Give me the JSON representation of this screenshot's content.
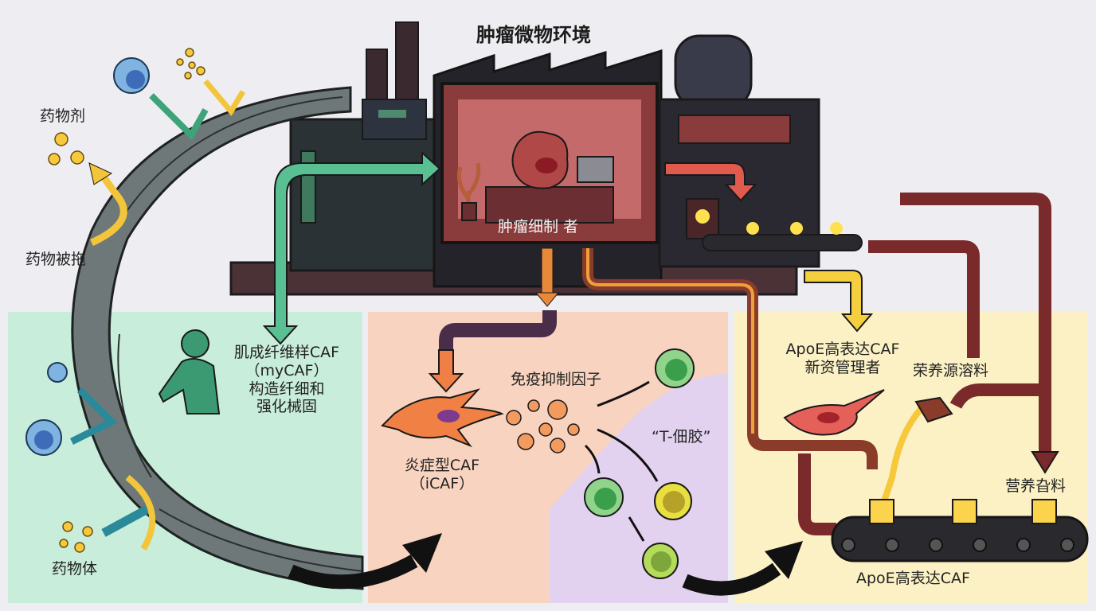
{
  "title": "肿瘤微物环境",
  "factory": {
    "office_label": "肿瘤细制 者"
  },
  "top_left": {
    "drug_agent_label": "药物剂",
    "drug_dragged_label": "药物被拖"
  },
  "panel_mycaf": {
    "lines": [
      "肌成纤维样CAF",
      "（myCAF）",
      "构造纤细和",
      "强化械固"
    ],
    "drug_body_label": "药物体",
    "color": "#c6ecd9"
  },
  "panel_icaf": {
    "icaf_lines": [
      "炎症型CAF",
      "（iCAF）"
    ],
    "immunosuppressive_label": "免疫抑制因子",
    "tcell_label": "“T-佃胶”",
    "color_top": "#f9d2bc",
    "color_bottom": "#e4d3ef"
  },
  "panel_apoe": {
    "manager_lines": [
      "ApoE高表达CAF",
      "新资管理者"
    ],
    "nutrient_source_label": "荣养源溶料",
    "nutrient_feed_label": "营养旮料",
    "conveyor_label": "ApoE高表达CAF",
    "color": "#fbf1c4"
  },
  "colors": {
    "background": "#eeedf1",
    "factory_dark": "#2b2a33",
    "factory_red": "#8a3c3c",
    "pipe_red": "#7a2a2a",
    "pipe_orange": "#e8893a",
    "arrow_green": "#4fb388",
    "arrow_yellow": "#f3c43a",
    "brick": "#6f7a7a"
  }
}
